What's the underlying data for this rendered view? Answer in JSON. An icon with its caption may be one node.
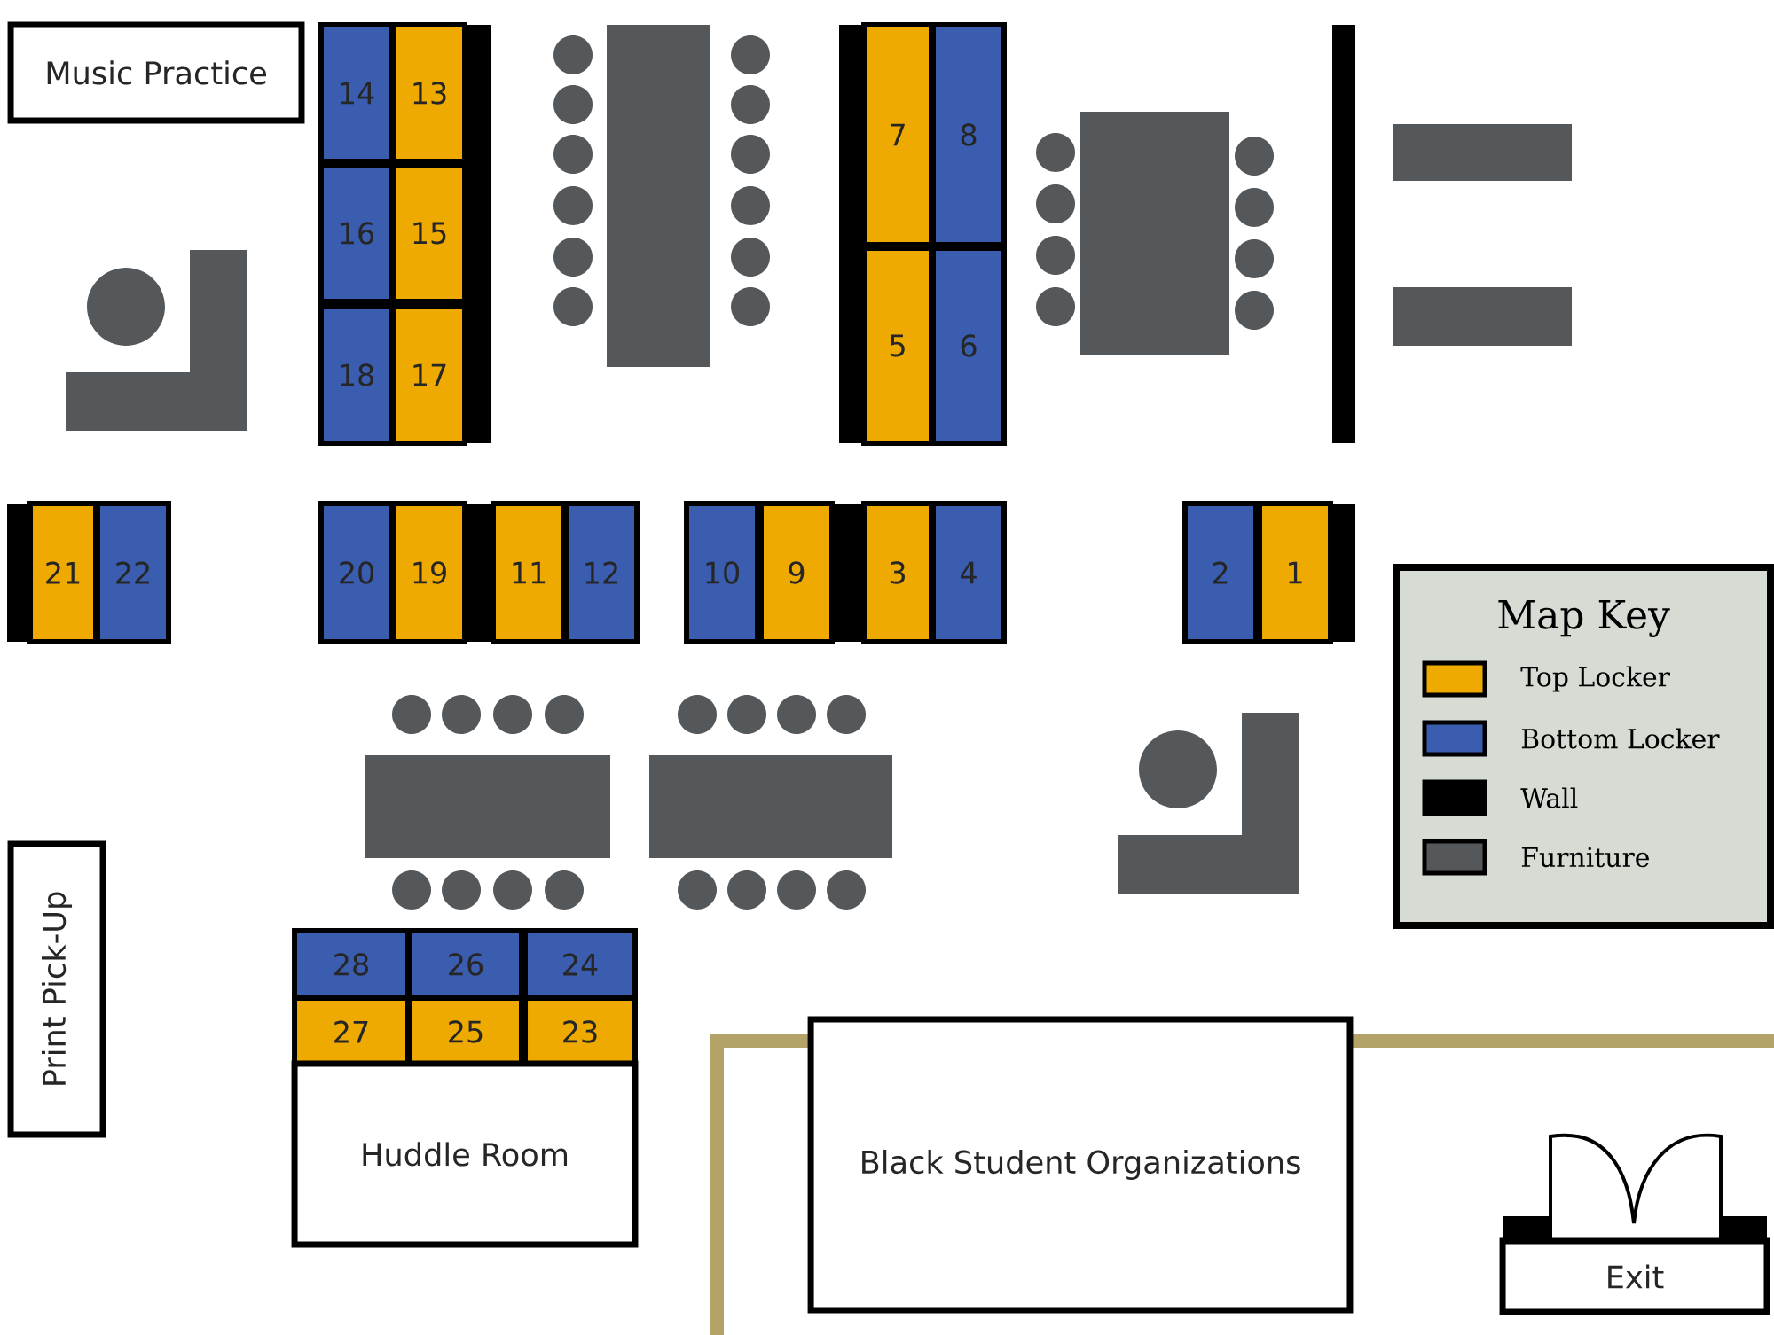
{
  "diagram": {
    "nodes": [
      {
        "text": [
          "Music Practice"
        ]
      },
      {
        "text": [
          "14"
        ]
      },
      {
        "text": [
          "13"
        ]
      },
      {
        "text": [
          "16"
        ]
      },
      {
        "text": [
          "15"
        ]
      },
      {
        "text": [
          "18"
        ]
      },
      {
        "text": [
          "17"
        ]
      },
      {
        "text": [
          "7"
        ]
      },
      {
        "text": [
          "8"
        ]
      },
      {
        "text": [
          "5"
        ]
      },
      {
        "text": [
          "6"
        ]
      },
      {
        "text": [
          "21"
        ]
      },
      {
        "text": [
          "22"
        ]
      },
      {
        "text": [
          "20"
        ]
      },
      {
        "text": [
          "19"
        ]
      },
      {
        "text": [
          "11"
        ]
      },
      {
        "text": [
          "12"
        ]
      },
      {
        "text": [
          "10"
        ]
      },
      {
        "text": [
          "9"
        ]
      },
      {
        "text": [
          "3"
        ]
      },
      {
        "text": [
          "4"
        ]
      },
      {
        "text": [
          "2"
        ]
      },
      {
        "text": [
          "1"
        ]
      },
      {
        "text": [
          "Map Key"
        ]
      },
      {
        "text": [
          "Print Pick-Up"
        ]
      },
      {
        "text": [
          "28"
        ]
      },
      {
        "text": [
          "26"
        ]
      },
      {
        "text": [
          "24"
        ]
      },
      {
        "text": [
          "27"
        ]
      },
      {
        "text": [
          "25"
        ]
      },
      {
        "text": [
          "23"
        ]
      },
      {
        "text": [
          "Huddle Room"
        ]
      },
      {
        "text": [
          "Black Student Organizations"
        ]
      },
      {
        "text": [
          "Exit"
        ]
      }
    ],
    "legend": [
      {
        "text": "Top Locker",
        "color": "#eeaa00"
      },
      {
        "text": "Bottom Locker",
        "color": "#3a5db0"
      },
      {
        "text": "Wall",
        "color": "#000000"
      },
      {
        "text": "Furniture",
        "color": "#55585b"
      }
    ]
  }
}
